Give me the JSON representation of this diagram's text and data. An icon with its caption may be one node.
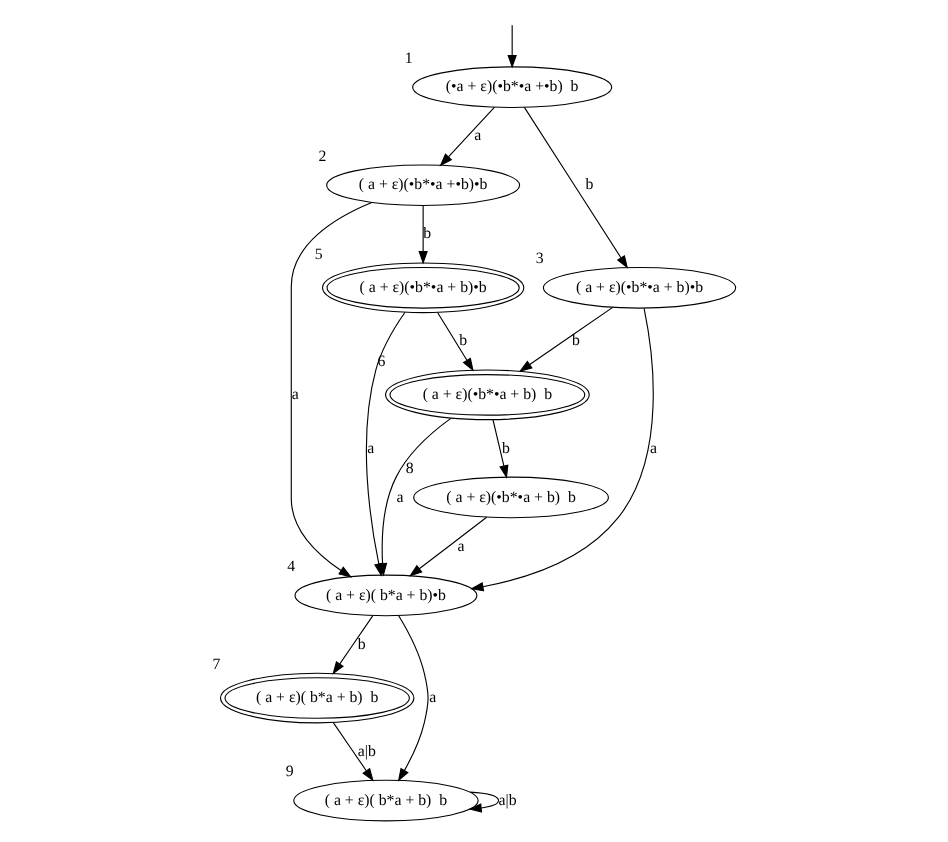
{
  "diagram": {
    "nodes": [
      {
        "text": [
          "(•a + ε)(•b*•a +•b)  b"
        ],
        "beside": [
          "1"
        ]
      },
      {
        "text": [
          "( a + ε)(•b*•a +•b)•b"
        ],
        "beside": [
          "2"
        ]
      },
      {
        "text": [
          "( a + ε)(•b*•a + b)•b"
        ],
        "beside": [
          "3"
        ]
      },
      {
        "text": [
          "( a + ε)( b*a + b)•b"
        ],
        "beside": [
          "4"
        ]
      },
      {
        "text": [
          "( a + ε)(•b*•a + b)•b"
        ],
        "beside": [
          "5"
        ]
      },
      {
        "text": [
          "( a + ε)(•b*•a + b)  b"
        ],
        "beside": [
          "6"
        ]
      },
      {
        "text": [
          "( a + ε)( b*a + b)  b"
        ],
        "beside": [
          "7"
        ]
      },
      {
        "text": [
          "( a + ε)(•b*•a + b)  b"
        ],
        "beside": [
          "8"
        ]
      },
      {
        "text": [
          "( a + ε)( b*a + b)  b"
        ],
        "beside": [
          "9"
        ]
      }
    ],
    "edges": [
      {
        "from": null,
        "to": 0,
        "arrow": "to"
      },
      {
        "from": 0,
        "to": 1,
        "arrow": "to",
        "label": "a"
      },
      {
        "from": 0,
        "to": 2,
        "arrow": "to",
        "label": "b"
      },
      {
        "from": 1,
        "to": 3,
        "arrow": "to",
        "label": "a"
      },
      {
        "from": 1,
        "to": 4,
        "arrow": "to",
        "label": "b"
      },
      {
        "from": 2,
        "to": 3,
        "arrow": "to",
        "label": "a"
      },
      {
        "from": 2,
        "to": 5,
        "arrow": "to",
        "label": "b"
      },
      {
        "from": 4,
        "to": 3,
        "arrow": "to",
        "label": "a"
      },
      {
        "from": 4,
        "to": 5,
        "arrow": "to",
        "label": "b"
      },
      {
        "from": 5,
        "to": 3,
        "arrow": "to",
        "label": "a"
      },
      {
        "from": 3,
        "to": 6,
        "arrow": "to",
        "label": "b"
      },
      {
        "from": 3,
        "to": 8,
        "arrow": "to",
        "label": "a"
      },
      {
        "from": 5,
        "to": 7,
        "arrow": "to",
        "label": "b"
      },
      {
        "from": 7,
        "to": 3,
        "arrow": "to",
        "label": "a"
      },
      {
        "from": 6,
        "to": 8,
        "arrow": "to",
        "label": "a|b"
      },
      {
        "from": 8,
        "to": 8,
        "arrow": "to",
        "label": "a|b"
      }
    ]
  }
}
